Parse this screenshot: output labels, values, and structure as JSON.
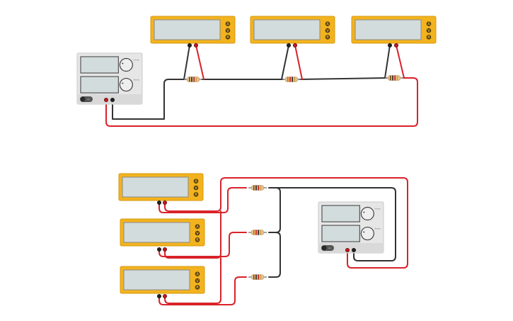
{
  "canvas": {
    "background": "#ffffff"
  },
  "colors": {
    "multimeter_body": "#f3b31e",
    "multimeter_border": "#d69a10",
    "multimeter_screen": "#d3dcdc",
    "psu_body": "#e6e6e6",
    "psu_screen": "#d3dcdc",
    "wire_red": "#d8232a",
    "wire_black": "#333333",
    "resistor_body": "#e7c38e",
    "terminal_red": "#c4161c",
    "terminal_black": "#222222"
  },
  "multimeter": {
    "buttons": [
      "A",
      "V",
      "R"
    ]
  },
  "power_supply": {
    "knob_labels": [
      "Vmax",
      "Amax"
    ],
    "switch_label": "on"
  }
}
